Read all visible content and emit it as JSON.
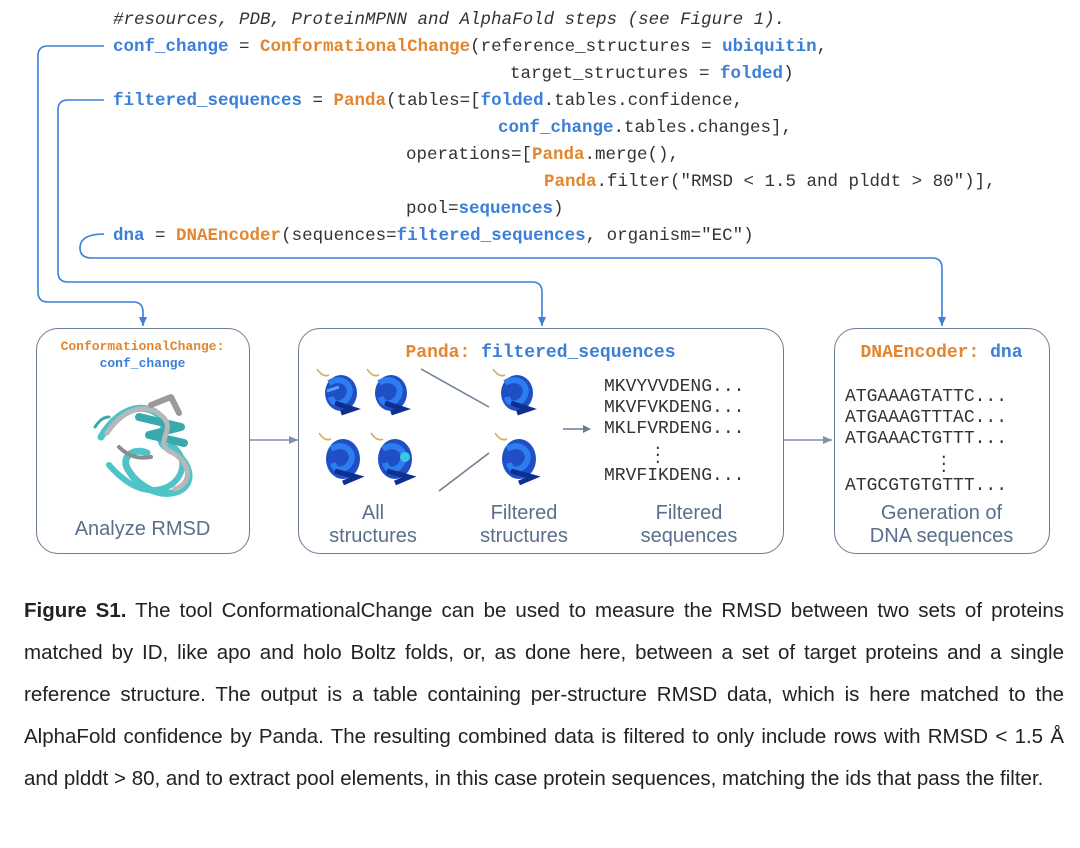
{
  "code": {
    "line0": "#resources, PDB, ProteinMPNN and AlphaFold steps (see Figure 1).",
    "l1_var": "conf_change",
    "l1_eq": " = ",
    "l1_cls": "ConformationalChange",
    "l1_rest": "(reference_structures = ",
    "l1_val": "ubiquitin",
    "l1_end": ",",
    "l2_pre": "target_structures = ",
    "l2_val": "folded",
    "l2_end": ")",
    "l3_var": "filtered_sequences",
    "l3_eq": " = ",
    "l3_cls": "Panda",
    "l3_rest": "(tables=[",
    "l3_val": "folded",
    "l3_end": ".tables.confidence,",
    "l4_val": "conf_change",
    "l4_end": ".tables.changes],",
    "l5_pre": "operations=[",
    "l5_cls": "Panda",
    "l5_end": ".merge(),",
    "l6_cls": "Panda",
    "l6_end": ".filter(\"RMSD < 1.5 and plddt > 80\")],",
    "l7_pre": "pool=",
    "l7_val": "sequences",
    "l7_end": ")",
    "l8_var": "dna",
    "l8_eq": " = ",
    "l8_cls": "DNAEncoder",
    "l8_rest": "(sequences=",
    "l8_val": "filtered_sequences",
    "l8_end": ", organism=\"EC\")"
  },
  "boxes": {
    "conf": {
      "title_cls": "ConformationalChange:",
      "title_var": "conf_change",
      "caption": "Analyze RMSD"
    },
    "panda": {
      "title_cls": "Panda:",
      "title_var": "filtered_sequences",
      "sequences": [
        "MKVYVVDENG...",
        "MKVFVKDENG...",
        "MKLFVRDENG...",
        "MRVFIKDENG..."
      ],
      "caption_all_1": "All",
      "caption_all_2": "structures",
      "caption_filt_1": "Filtered",
      "caption_filt_2": "structures",
      "caption_seq_1": "Filtered",
      "caption_seq_2": "sequences"
    },
    "dna": {
      "title_cls": "DNAEncoder:",
      "title_var": "dna",
      "sequences": [
        "ATGAAAGTATTC...",
        "ATGAAAGTTTAC...",
        "ATGAAACTGTTT...",
        "ATGCGTGTGTTT..."
      ],
      "caption_1": "Generation of",
      "caption_2": "DNA sequences"
    }
  },
  "caption": {
    "label": "Figure S1.",
    "text": " The tool ConformationalChange can be used to measure the RMSD between two sets of proteins matched by ID, like apo and holo Boltz folds, or, as done here, between a set of target proteins and a single reference structure. The output is a table containing per-structure RMSD data, which is here matched to the AlphaFold confidence by Panda. The resulting combined data is filtered to only include rows with RMSD < 1.5 Å and plddt > 80, and to extract pool elements, in this case protein sequences, matching the ids that pass the filter."
  },
  "colors": {
    "blue": "#3b7fd6",
    "orange": "#e2862f",
    "arrow": "#3b7fd6",
    "box_border": "#6b7c93",
    "caption_gray": "#5a6f8c"
  }
}
